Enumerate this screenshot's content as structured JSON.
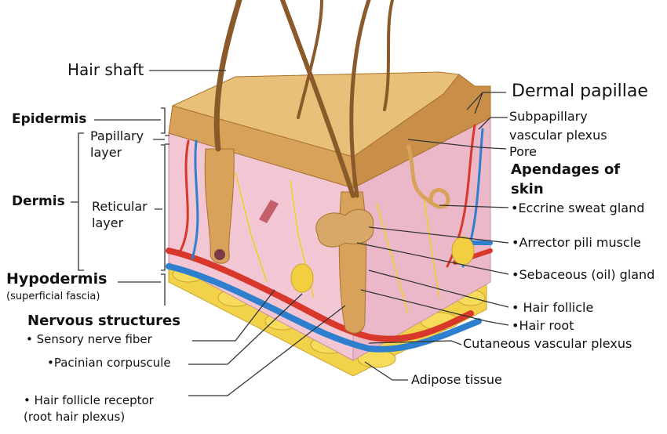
{
  "labels": {
    "hair_shaft": "Hair shaft",
    "dermal_papillae": "Dermal papillae",
    "epidermis": "Epidermis",
    "papillary_layer": [
      "Papillary",
      "layer"
    ],
    "dermis": "Dermis",
    "reticular_layer": [
      "Reticular",
      "layer"
    ],
    "hypodermis": "Hypodermis",
    "superficial_fascia": "(superficial fascia)",
    "nervous_structures": "Nervous structures",
    "sensory_nerve_fiber": "•  Sensory nerve fiber",
    "pacinian_corpuscule": "•Pacinian corpuscule",
    "hair_follicle_receptor": [
      "•  Hair follicle receptor",
      "(root hair plexus)"
    ],
    "subpapillary": [
      "Subpapillary",
      "vascular plexus"
    ],
    "pore": "Pore",
    "appendages": [
      "Apendages of",
      "skin"
    ],
    "eccrine": "•Eccrine sweat gland",
    "arrector": "•Arrector pili muscle",
    "sebaceous": "•Sebaceous (oil) gland",
    "hair_follicle": "• Hair follicle",
    "hair_root": "•Hair root",
    "cutaneous": "Cutaneous vascular plexus",
    "adipose": "Adipose tissue"
  },
  "colors": {
    "epidermis": "#d9a25a",
    "dermis": "#f2c6d2",
    "adipose": "#f2d24a",
    "artery": "#d8382c",
    "vein": "#2f7fcf",
    "nerve": "#f0d020"
  }
}
